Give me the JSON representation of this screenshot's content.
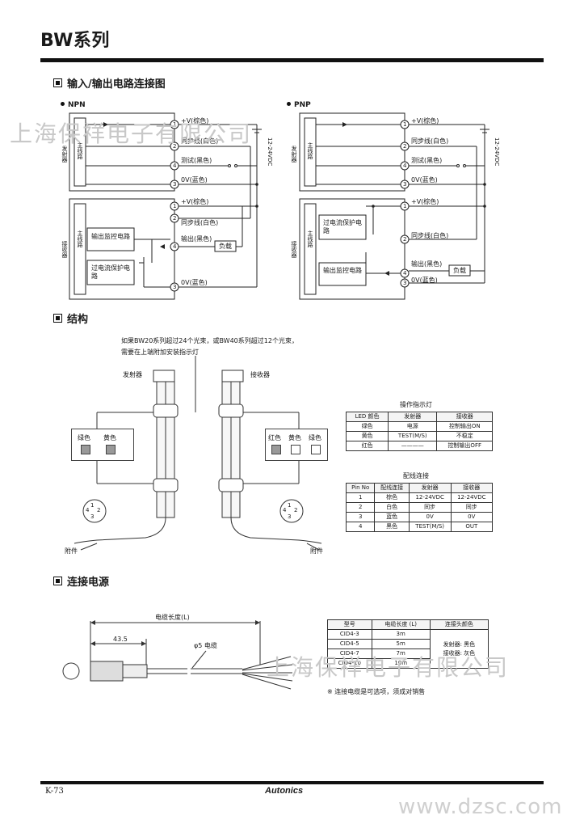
{
  "page": {
    "title": "BW系列",
    "page_no": "K-73",
    "brand": "Autonics",
    "site": "www.dzsc.com"
  },
  "watermark": {
    "text1": "上海保祥电子有限公司",
    "text2": "上海保祥电子有限公司"
  },
  "wiring": {
    "section_title": "输入/输出电路连接图",
    "npn_label": "NPN",
    "pnp_label": "PNP",
    "emitter_side": "发射器",
    "receiver_side": "接收器",
    "main_circuit": "主线路",
    "terminals": {
      "vplus": "+V(棕色)",
      "sync": "同步线(白色)",
      "test": "测试(黑色)",
      "zero": "0V(蓝色)",
      "output": "输出(黑色)",
      "load": "负载",
      "supply": "12-24VDC"
    },
    "blocks": {
      "output_ctrl": "输出监控电路",
      "overcurrent": "过电流保护电路"
    },
    "pins": [
      "1",
      "2",
      "4",
      "3"
    ]
  },
  "structure": {
    "section_title": "结构",
    "note_line1": "如果BW20系列超过24个光束，或BW40系列超过12个光束，",
    "note_line2": "需要在上端附加安装指示灯",
    "emitter": "发射器",
    "receiver": "接收器",
    "left_leds": [
      "绿色",
      "黄色"
    ],
    "right_leds": [
      "红色",
      "黄色",
      "绿色"
    ],
    "accessory": "附件",
    "connector_pins": [
      "1",
      "2",
      "3",
      "4"
    ],
    "indicator_table": {
      "title": "操作指示灯",
      "headers": [
        "LED 颜色",
        "发射器",
        "接收器"
      ],
      "rows": [
        [
          "绿色",
          "电源",
          "控制输出ON"
        ],
        [
          "黄色",
          "TEST(M/S)",
          "不稳定"
        ],
        [
          "红色",
          "————",
          "控制输出OFF"
        ]
      ]
    },
    "wiring_table": {
      "title": "配线连接",
      "headers": [
        "Pin No",
        "配线连接",
        "发射器",
        "接收器"
      ],
      "rows": [
        [
          "1",
          "棕色",
          "12-24VDC",
          "12-24VDC"
        ],
        [
          "2",
          "白色",
          "同步",
          "同步"
        ],
        [
          "3",
          "蓝色",
          "0V",
          "0V"
        ],
        [
          "4",
          "黑色",
          "TEST(M/S)",
          "OUT"
        ]
      ]
    }
  },
  "power": {
    "section_title": "连接电源",
    "cable_length": "电缆长度(L)",
    "dim_43": "43.5",
    "cable_dia": "φ5 电缆",
    "table": {
      "headers": [
        "型号",
        "电缆长度 (L)",
        "连接头颜色"
      ],
      "rows": [
        [
          "CID4-3",
          "3m"
        ],
        [
          "CID4-5",
          "5m"
        ],
        [
          "CID4-7",
          "7m"
        ],
        [
          "CID4-10",
          "10m"
        ]
      ],
      "color_line1": "发射器: 黑色",
      "color_line2": "接收器: 灰色"
    },
    "footnote": "※ 连接电缆是可选项，须成对销售"
  }
}
